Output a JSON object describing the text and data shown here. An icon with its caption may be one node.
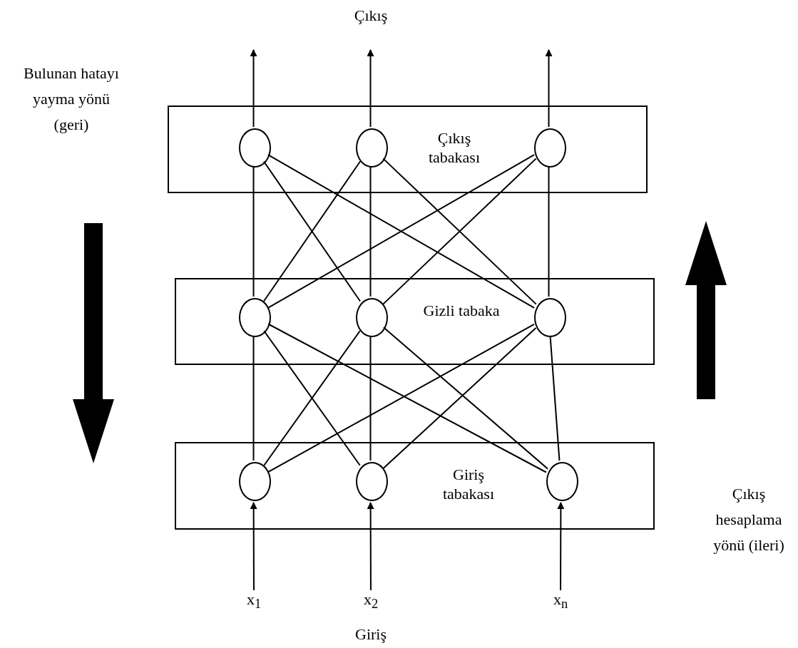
{
  "diagram": {
    "nodes": [
      {
        "text": [
          "Çıkış tabakası"
        ]
      },
      {
        "text": [],
        "shape": "circle",
        "in": 0
      },
      {
        "text": [],
        "shape": "circle",
        "in": 0
      },
      {
        "text": [],
        "shape": "circle",
        "in": 0
      },
      {
        "text": [
          "Gizli tabaka"
        ]
      },
      {
        "text": [],
        "shape": "circle",
        "in": 4
      },
      {
        "text": [],
        "shape": "circle",
        "in": 4
      },
      {
        "text": [],
        "shape": "circle",
        "in": 4
      },
      {
        "text": [
          "Giriş tabakası"
        ]
      },
      {
        "text": [],
        "shape": "circle",
        "in": 8
      },
      {
        "text": [],
        "shape": "circle",
        "in": 8
      },
      {
        "text": [],
        "shape": "circle",
        "in": 8
      },
      {
        "text": [
          "x$_{1}$"
        ]
      },
      {
        "text": [
          "x$_{2}$"
        ]
      },
      {
        "text": [
          "x$_{n}$"
        ]
      }
    ],
    "edges": [
      {
        "from": 12,
        "to": 9,
        "arrow": "to"
      },
      {
        "from": 13,
        "to": 10,
        "arrow": "to"
      },
      {
        "from": 14,
        "to": 11,
        "arrow": "to"
      },
      {
        "from": 9,
        "to": 5,
        "arrow": "none"
      },
      {
        "from": 9,
        "to": 6,
        "arrow": "none"
      },
      {
        "from": 9,
        "to": 7,
        "arrow": "none"
      },
      {
        "from": 10,
        "to": 5,
        "arrow": "none"
      },
      {
        "from": 10,
        "to": 6,
        "arrow": "none"
      },
      {
        "from": 10,
        "to": 7,
        "arrow": "none"
      },
      {
        "from": 11,
        "to": 5,
        "arrow": "none"
      },
      {
        "from": 11,
        "to": 6,
        "arrow": "none"
      },
      {
        "from": 11,
        "to": 7,
        "arrow": "none"
      },
      {
        "from": 5,
        "to": 1,
        "arrow": "none"
      },
      {
        "from": 5,
        "to": 2,
        "arrow": "none"
      },
      {
        "from": 5,
        "to": 3,
        "arrow": "none"
      },
      {
        "from": 6,
        "to": 1,
        "arrow": "none"
      },
      {
        "from": 6,
        "to": 2,
        "arrow": "none"
      },
      {
        "from": 6,
        "to": 3,
        "arrow": "none"
      },
      {
        "from": 7,
        "to": 1,
        "arrow": "none"
      },
      {
        "from": 7,
        "to": 2,
        "arrow": "none"
      },
      {
        "from": 7,
        "to": 3,
        "arrow": "none"
      },
      {
        "from": 1,
        "to": null,
        "arrow": "to"
      },
      {
        "from": 2,
        "to": null,
        "arrow": "to"
      },
      {
        "from": 3,
        "to": null,
        "arrow": "to"
      }
    ],
    "labels": [
      "Çıkış",
      "Bulunan hatayı yayma yönü (geri)",
      "Çıkış hesaplama yönü (ileri)",
      "Giriş"
    ]
  }
}
